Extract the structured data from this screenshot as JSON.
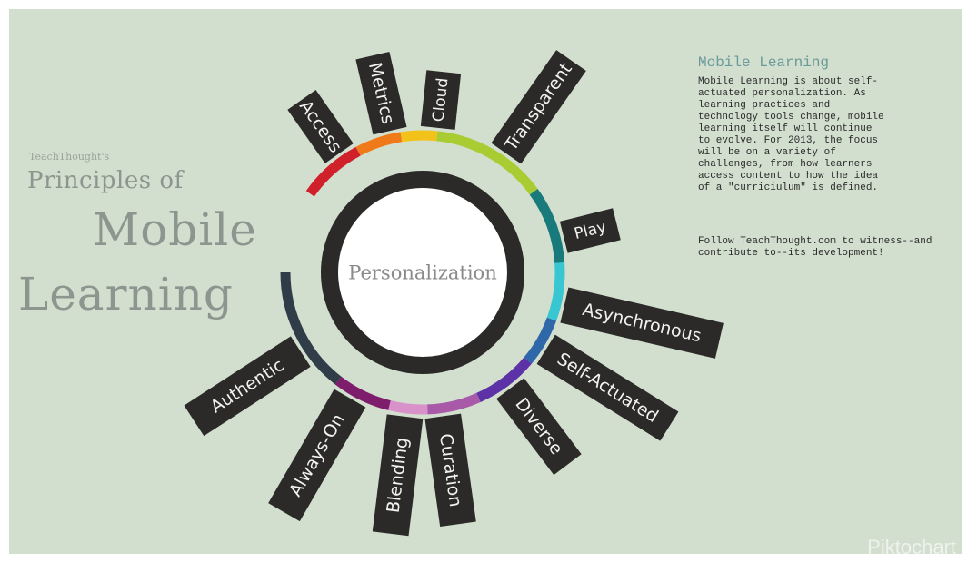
{
  "title": {
    "small": "TeachThought's",
    "line1": "Principles of",
    "line2": "Mobile",
    "line3": "Learning"
  },
  "center_label": "Personalization",
  "principles": [
    {
      "label": "Access",
      "color": "#d0202a"
    },
    {
      "label": "Metrics",
      "color": "#f07a1a"
    },
    {
      "label": "Cloud",
      "color": "#f3c21a"
    },
    {
      "label": "Transparent",
      "color": "#a9cc33"
    },
    {
      "label": "Play",
      "color": "#187a7a"
    },
    {
      "label": "Asynchronous",
      "color": "#38c7d2"
    },
    {
      "label": "Self-Actuated",
      "color": "#2f68a8"
    },
    {
      "label": "Diverse",
      "color": "#5d32a7"
    },
    {
      "label": "Curation",
      "color": "#a85aa8"
    },
    {
      "label": "Blending",
      "color": "#d991c9"
    },
    {
      "label": "Always-On",
      "color": "#7d1d6b"
    },
    {
      "label": "Authentic",
      "color": "#303c48"
    }
  ],
  "sidebar": {
    "heading": "Mobile Learning",
    "body": "Mobile Learning is about self-\nactuated personalization. As\nlearning practices and\ntechnology tools change, mobile\nlearning itself will continue\nto evolve. For 2013, the focus\nwill be on a variety of\nchallenges, from how learners\naccess content to how the idea\nof a \"curriciulum\" is defined.",
    "footer": "Follow TeachThought.com to witness--and contribute to--its development!"
  },
  "watermark": "Piktochart"
}
